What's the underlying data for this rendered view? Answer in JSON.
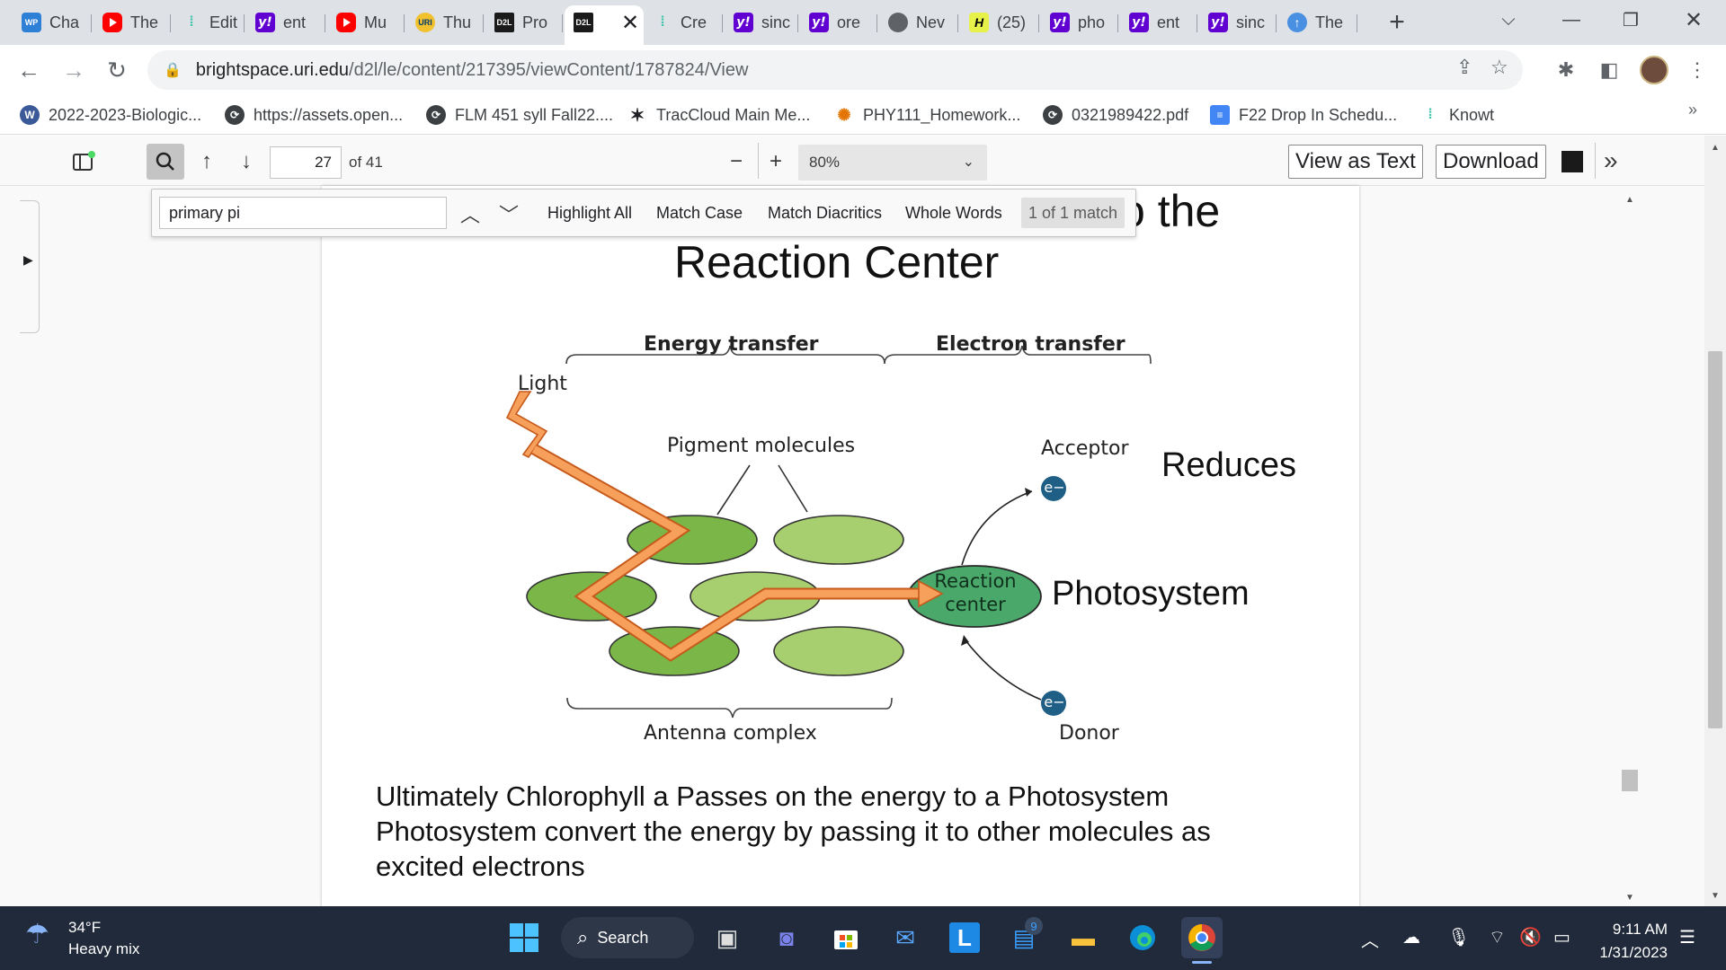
{
  "tabs": [
    {
      "label": "Cha",
      "favicon": "wp-icon"
    },
    {
      "label": "The",
      "favicon": "youtube-icon"
    },
    {
      "label": "Edit",
      "favicon": "dots-icon"
    },
    {
      "label": "ent",
      "favicon": "yahoo-icon"
    },
    {
      "label": "Mu",
      "favicon": "youtube-icon"
    },
    {
      "label": "Thu",
      "favicon": "uri-icon"
    },
    {
      "label": "Pro",
      "favicon": "d2l-icon"
    },
    {
      "label": "",
      "favicon": "d2l-icon",
      "active": true
    },
    {
      "label": "Cre",
      "favicon": "dots-icon"
    },
    {
      "label": "sinc",
      "favicon": "yahoo-icon"
    },
    {
      "label": "ore",
      "favicon": "yahoo-icon"
    },
    {
      "label": "Nev",
      "favicon": "globe-icon"
    },
    {
      "label": "(25)",
      "favicon": "h-icon"
    },
    {
      "label": "pho",
      "favicon": "yahoo-icon"
    },
    {
      "label": "ent",
      "favicon": "yahoo-icon"
    },
    {
      "label": "sinc",
      "favicon": "yahoo-icon"
    },
    {
      "label": "The",
      "favicon": "upload-icon"
    }
  ],
  "favicon_text": {
    "wp": "WP",
    "uri": "URI",
    "d2l": "D2L",
    "yahoo": "y!",
    "h": "H"
  },
  "address": {
    "host": "brightspace.uri.edu",
    "path": "/d2l/le/content/217395/viewContent/1787824/View"
  },
  "bookmarks": [
    {
      "label": "2022-2023-Biologic...",
      "icon": "wordpress-icon"
    },
    {
      "label": "https://assets.open...",
      "icon": "globe-icon"
    },
    {
      "label": "FLM 451 syll Fall22....",
      "icon": "globe-icon"
    },
    {
      "label": "TracCloud Main Me...",
      "icon": "traccloud-icon"
    },
    {
      "label": "PHY111_Homework...",
      "icon": "phy-icon"
    },
    {
      "label": "0321989422.pdf",
      "icon": "globe-icon"
    },
    {
      "label": "F22 Drop In Schedu...",
      "icon": "doc-icon"
    },
    {
      "label": "Knowt",
      "icon": "knowt-icon"
    }
  ],
  "pdf": {
    "page_number": "27",
    "page_total": "of 41",
    "zoom": "80%",
    "view_as_text": "View as Text",
    "download": "Download"
  },
  "find": {
    "query": "primary pi",
    "highlight_all": "Highlight All",
    "match_case": "Match Case",
    "match_diacritics": "Match Diacritics",
    "whole_words": "Whole Words",
    "result": "1 of 1 match"
  },
  "slide": {
    "title_line1_visible": "o the",
    "title_line2": "Reaction Center",
    "energy_transfer": "Energy transfer",
    "electron_transfer": "Electron transfer",
    "light": "Light",
    "pigment_molecules": "Pigment molecules",
    "acceptor": "Acceptor",
    "reduces": "Reduces",
    "electron": "e−",
    "reaction_center_line1": "Reaction",
    "reaction_center_line2": "center",
    "photosystem": "Photosystem",
    "antenna_complex": "Antenna complex",
    "donor": "Donor",
    "body_line1": "Ultimately Chlorophyll a Passes on the energy to a Photosystem",
    "body_line2": "Photosystem convert the energy by passing it to other molecules as",
    "body_line3": "excited electrons"
  },
  "colors": {
    "pigment_dark": "#7ab648",
    "pigment_light": "#a8cf6f",
    "reaction_center": "#4aa86b",
    "arrow_fill": "#f7a05c",
    "electron": "#1f5f86"
  },
  "taskbar": {
    "temperature": "34°F",
    "weather": "Heavy mix",
    "search": "Search",
    "mail_badge": "9",
    "time": "9:11 AM",
    "date": "1/31/2023"
  }
}
